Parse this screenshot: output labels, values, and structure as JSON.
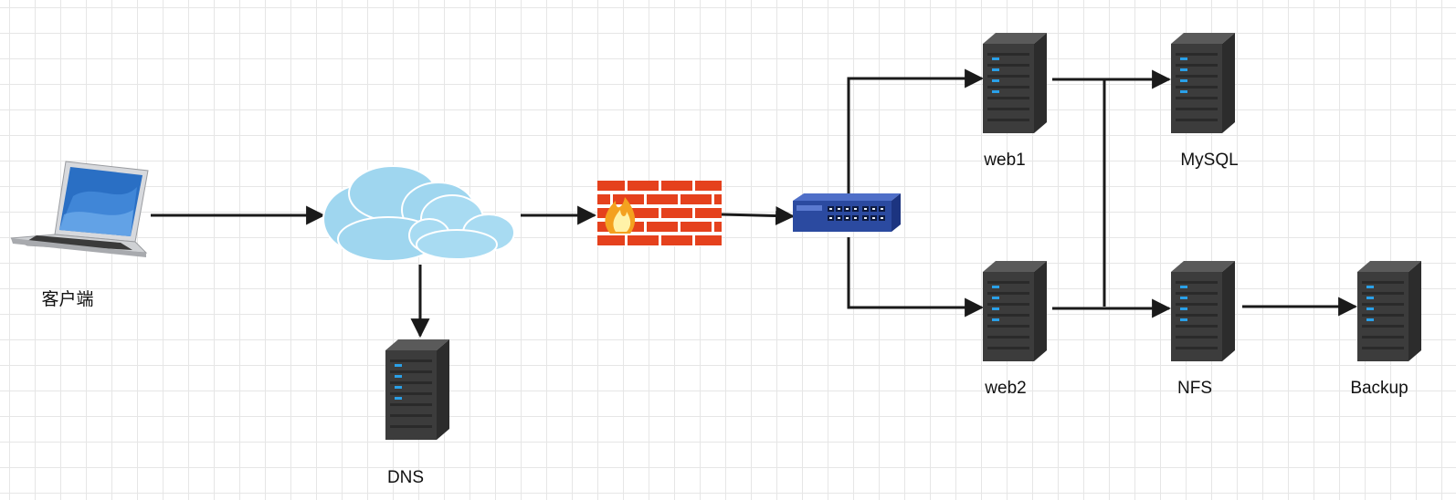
{
  "nodes": {
    "client": {
      "label": "客户端",
      "type": "laptop"
    },
    "internet": {
      "label": "",
      "type": "cloud"
    },
    "dns": {
      "label": "DNS",
      "type": "server"
    },
    "firewall": {
      "label": "",
      "type": "firewall"
    },
    "switch": {
      "label": "",
      "type": "switch"
    },
    "web1": {
      "label": "web1",
      "type": "server"
    },
    "web2": {
      "label": "web2",
      "type": "server"
    },
    "mysql": {
      "label": "MySQL",
      "type": "server"
    },
    "nfs": {
      "label": "NFS",
      "type": "server"
    },
    "backup": {
      "label": "Backup",
      "type": "server"
    }
  },
  "edges": [
    {
      "from": "client",
      "to": "internet"
    },
    {
      "from": "internet",
      "to": "firewall"
    },
    {
      "from": "internet",
      "to": "dns"
    },
    {
      "from": "firewall",
      "to": "switch"
    },
    {
      "from": "switch",
      "to": "web1"
    },
    {
      "from": "switch",
      "to": "web2"
    },
    {
      "from": "web1",
      "to": "mysql"
    },
    {
      "from": "web2",
      "to": "nfs"
    },
    {
      "from": "web2",
      "to": "mysql"
    },
    {
      "from": "web1",
      "to": "nfs"
    },
    {
      "from": "nfs",
      "to": "backup"
    }
  ],
  "colors": {
    "line": "#1a1a1a",
    "server_body": "#3a3a3a",
    "server_led": "#2aa0e8",
    "cloud": "#9fd6ef",
    "brick": "#e5411d",
    "switch_body": "#2b4aa0"
  }
}
